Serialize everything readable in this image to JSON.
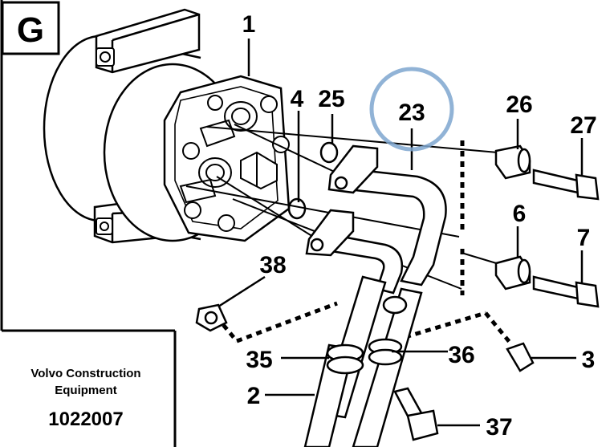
{
  "diagram": {
    "group_letter": "G",
    "caption_line1": "Volvo Construction",
    "caption_line2": "Equipment",
    "document_number": "1022007",
    "callouts": [
      "1",
      "4",
      "25",
      "23",
      "26",
      "27",
      "6",
      "7",
      "38",
      "35",
      "36",
      "3",
      "2",
      "37"
    ],
    "highlighted_callout": "23",
    "highlight_color": "#7ea6cf"
  }
}
